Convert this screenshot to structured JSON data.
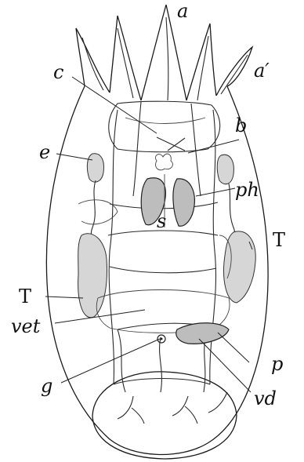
{
  "figure": {
    "labels": {
      "a": "a",
      "a_prime": "a′",
      "c": "c",
      "b": "b",
      "e": "e",
      "ph": "ph",
      "s": "s",
      "T_right": "T",
      "T_left": "T",
      "vet": "vet",
      "p": "p",
      "g": "g",
      "vd": "vd"
    }
  }
}
